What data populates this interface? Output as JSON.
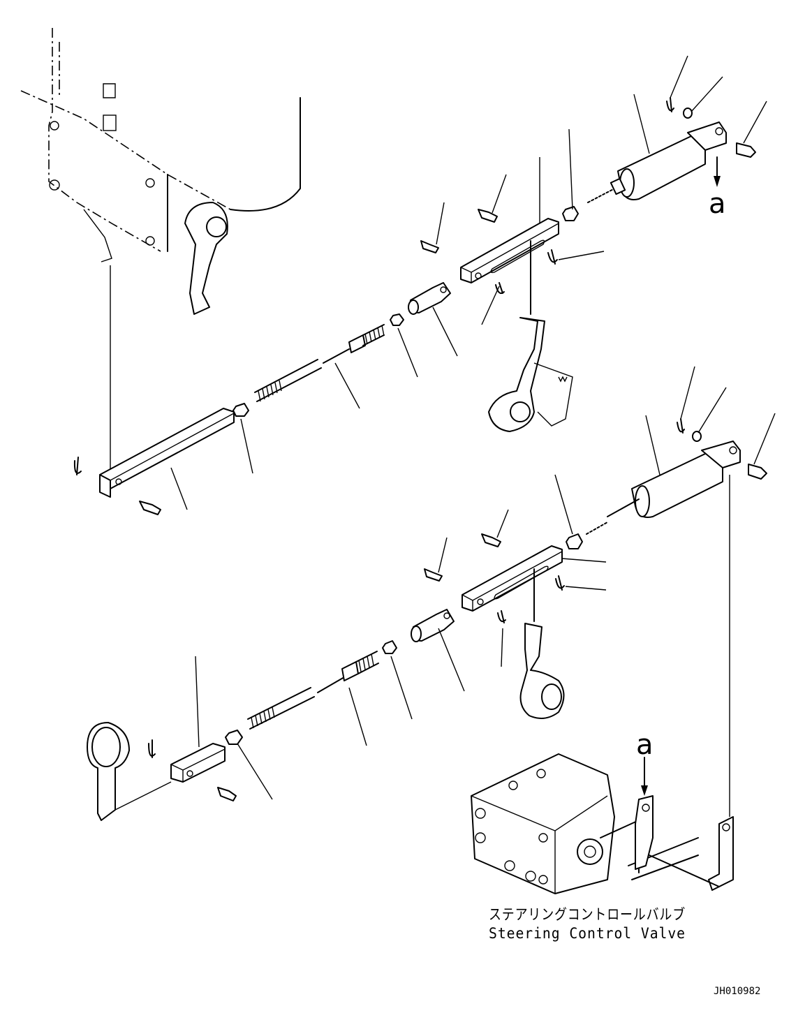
{
  "labels": {
    "valve_jp": "ステアリングコントロールバルブ",
    "valve_en": "Steering Control Valve",
    "arrow_a_top": "a",
    "arrow_a_bottom": "a",
    "drawing_code": "JH010982"
  }
}
